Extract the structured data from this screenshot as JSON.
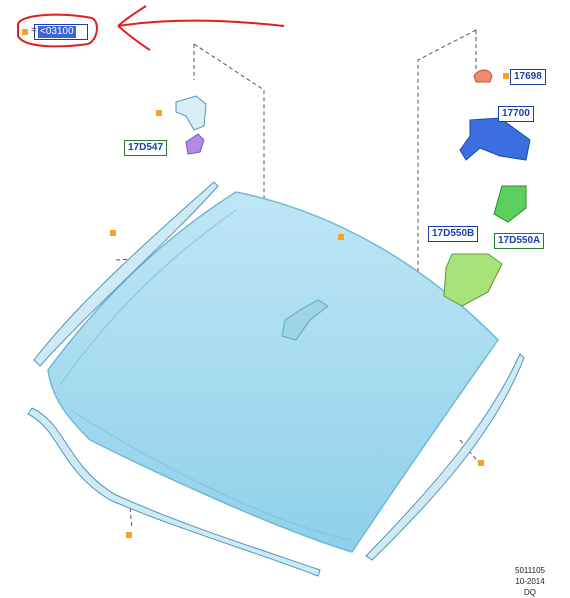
{
  "legend": {
    "equals": "=",
    "value": "<03100"
  },
  "callouts": {
    "c17698": "17698",
    "c17700": "17700",
    "c17D547": "17D547",
    "c17D550B": "17D550B",
    "c17D550A": "17D550A"
  },
  "footer": {
    "ref": "5011105",
    "date": "10-2014",
    "code": "DQ"
  },
  "colors": {
    "glass": "#a9dcef",
    "accent": "#f3a51f",
    "annotation": "#e02020"
  }
}
